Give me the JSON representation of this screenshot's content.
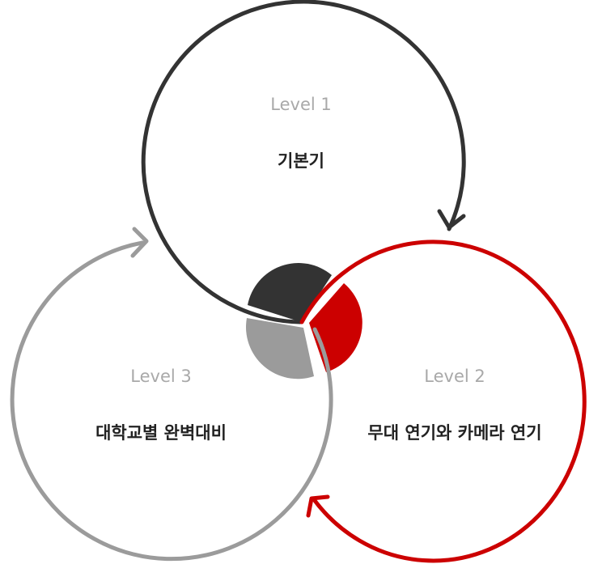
{
  "diagram": {
    "levels": [
      {
        "level_label": "Level 1",
        "title": "기본기"
      },
      {
        "level_label": "Level 2",
        "title": "무대 연기와 카메라 연기"
      },
      {
        "level_label": "Level 3",
        "title": "대학교별 완벽대비"
      }
    ],
    "colors": {
      "level1": "#333333",
      "level2": "#cc0000",
      "level3": "#9b9b9b"
    }
  }
}
